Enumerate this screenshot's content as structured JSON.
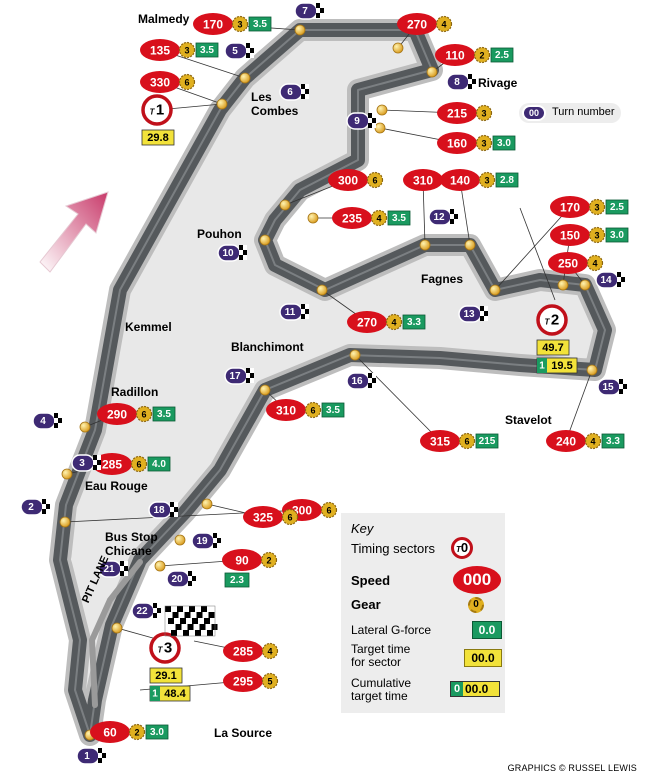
{
  "colors": {
    "speed": "#d8101c",
    "gear": "#e0b020",
    "gforce": "#1a9a60",
    "target": "#f2e23a",
    "turn": "#3e2a74",
    "track": "#55595c",
    "asphalt": "#e8e8e8",
    "edge": "#bbbbbb"
  },
  "labels": {
    "malmedy": "Malmedy",
    "rivage": "Rivage",
    "les_combes": "Les\nCombes",
    "pouhon": "Pouhon",
    "fagnes": "Fagnes",
    "kemmel": "Kemmel",
    "blanchimont": "Blanchimont",
    "radillon": "Radillon",
    "stavelot": "Stavelot",
    "eau_rouge": "Eau Rouge",
    "bus_stop": "Bus Stop\nChicane",
    "pit_lane": "PIT LANE",
    "la_source": "La Source",
    "turn_legend": "Turn number",
    "credit": "GRAPHICS © RUSSEL LEWIS"
  },
  "key": {
    "title": "Key",
    "timing": "Timing sectors",
    "speed": "Speed",
    "gear": "Gear",
    "gforce": "Lateral G-force",
    "target": "Target time\nfor sector",
    "cumulative": "Cumulative\ntarget time",
    "sample_sector": "0",
    "sample_speed": "000",
    "sample_gear": "0",
    "sample_gforce": "0.0",
    "sample_target": "00.0",
    "sample_cum_lap": "0",
    "sample_cum_time": "00.0"
  },
  "sectors": [
    {
      "n": "1",
      "target": "29.8"
    },
    {
      "n": "2",
      "target": "49.7",
      "lap": "1",
      "cumulative": "19.5"
    },
    {
      "n": "3",
      "target": "29.1",
      "lap": "1",
      "cumulative": "48.4"
    }
  ],
  "turns": [
    {
      "n": "1"
    },
    {
      "n": "2"
    },
    {
      "n": "3"
    },
    {
      "n": "4"
    },
    {
      "n": "5"
    },
    {
      "n": "6"
    },
    {
      "n": "7"
    },
    {
      "n": "8"
    },
    {
      "n": "9"
    },
    {
      "n": "10"
    },
    {
      "n": "11"
    },
    {
      "n": "12"
    },
    {
      "n": "13"
    },
    {
      "n": "14"
    },
    {
      "n": "15"
    },
    {
      "n": "16"
    },
    {
      "n": "17"
    },
    {
      "n": "18"
    },
    {
      "n": "19"
    },
    {
      "n": "20"
    },
    {
      "n": "21"
    },
    {
      "n": "22"
    }
  ],
  "callouts": [
    {
      "speed": "170",
      "gear": "3",
      "g": "3.5"
    },
    {
      "speed": "135",
      "gear": "3",
      "g": "3.5"
    },
    {
      "speed": "330",
      "gear": "6",
      "g": ""
    },
    {
      "speed": "270",
      "gear": "4",
      "g": ""
    },
    {
      "speed": "110",
      "gear": "2",
      "g": "2.5"
    },
    {
      "speed": "215",
      "gear": "3",
      "g": ""
    },
    {
      "speed": "160",
      "gear": "3",
      "g": "3.0"
    },
    {
      "speed": "300",
      "gear": "6",
      "g": ""
    },
    {
      "speed": "235",
      "gear": "4",
      "g": "3.5"
    },
    {
      "speed": "310",
      "gear": "6",
      "g": ""
    },
    {
      "speed": "140",
      "gear": "3",
      "g": "2.8"
    },
    {
      "speed": "170",
      "gear": "3",
      "g": "2.5"
    },
    {
      "speed": "150",
      "gear": "3",
      "g": "3.0"
    },
    {
      "speed": "250",
      "gear": "4",
      "g": ""
    },
    {
      "speed": "270",
      "gear": "4",
      "g": "3.3"
    },
    {
      "speed": "290",
      "gear": "6",
      "g": "3.5"
    },
    {
      "speed": "285",
      "gear": "6",
      "g": "4.0"
    },
    {
      "speed": "310",
      "gear": "6",
      "g": "3.5"
    },
    {
      "speed": "315",
      "gear": "6",
      "g": "215"
    },
    {
      "speed": "240",
      "gear": "4",
      "g": "3.3"
    },
    {
      "speed": "300",
      "gear": "6",
      "g": ""
    },
    {
      "speed": "325",
      "gear": "6",
      "g": ""
    },
    {
      "speed": "90",
      "gear": "2",
      "g": ""
    },
    {
      "speed": "285",
      "gear": "4",
      "g": ""
    },
    {
      "speed": "295",
      "gear": "5",
      "g": ""
    },
    {
      "speed": "60",
      "gear": "2",
      "g": "3.0"
    }
  ],
  "gforce_extra": {
    "bus_stop": "2.3"
  }
}
